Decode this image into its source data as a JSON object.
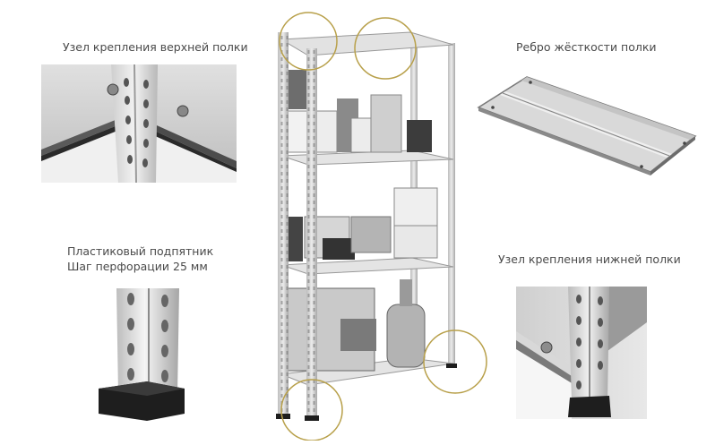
{
  "captions": {
    "top_shelf_joint": "Узел крепления верхней полки",
    "shelf_rib": "Ребро жёсткости полки",
    "foot_line1": "Пластиковый подпятник",
    "foot_line2": "Шаг перфорации 25 мм",
    "bottom_shelf_joint": "Узел крепления нижней полки"
  },
  "colors": {
    "highlight_circle": "#b8a04a",
    "metal": "#d6d6d6",
    "dark": "#222222"
  }
}
